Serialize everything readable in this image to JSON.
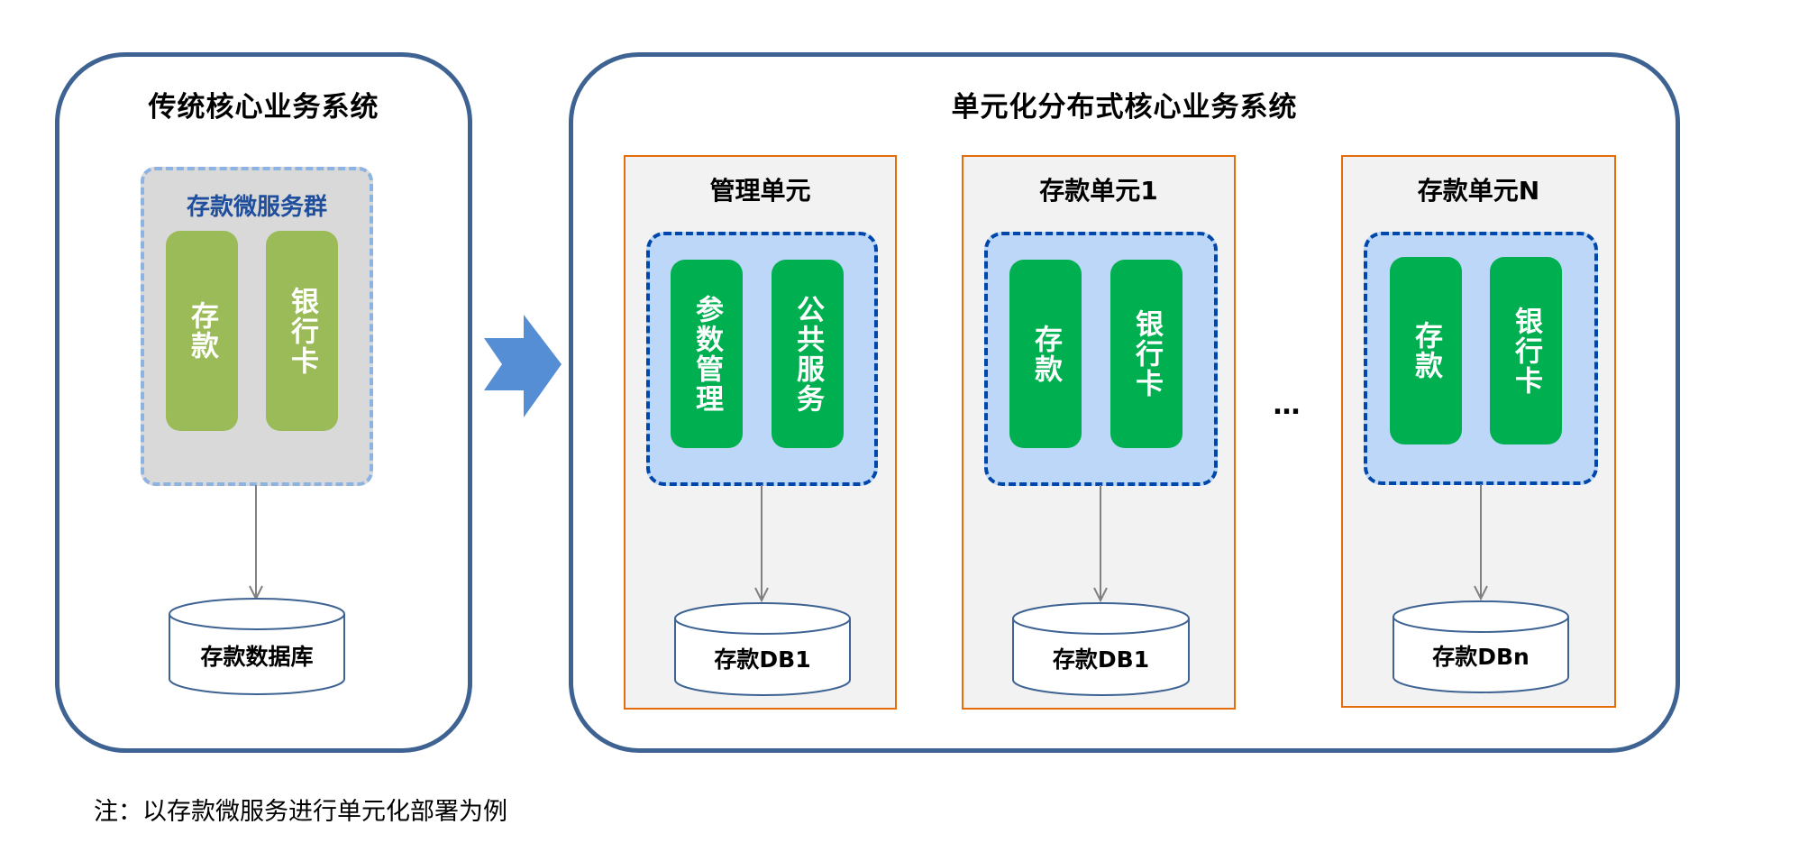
{
  "traditional": {
    "title": "传统核心业务系统",
    "group_title": "存款微服务群",
    "services": [
      "存款",
      "银行卡"
    ],
    "database": "存款数据库"
  },
  "distributed": {
    "title": "单元化分布式核心业务系统",
    "units": [
      {
        "title": "管理单元",
        "services": [
          "参数管理",
          "公共服务"
        ],
        "database": "存款DB1"
      },
      {
        "title": "存款单元1",
        "services": [
          "存款",
          "银行卡"
        ],
        "database": "存款DB1"
      },
      {
        "title": "存款单元N",
        "services": [
          "存款",
          "银行卡"
        ],
        "database": "存款DBn"
      }
    ],
    "ellipsis": "…"
  },
  "transition_arrow": "chevron-right-arrow",
  "footnote": "注：以存款微服务进行单元化部署为例",
  "colors": {
    "system_border": "#3e6392",
    "gray_group_fill": "#d9d9d9",
    "gray_group_border": "#8db3e2",
    "olive_service": "#9bbb59",
    "green_service": "#00b050",
    "unit_border": "#e46c0a",
    "unit_fill": "#f2f2f2",
    "blue_group_fill": "#bdd7f8",
    "blue_group_border": "#0047ab",
    "arrow": "#558ed5"
  }
}
